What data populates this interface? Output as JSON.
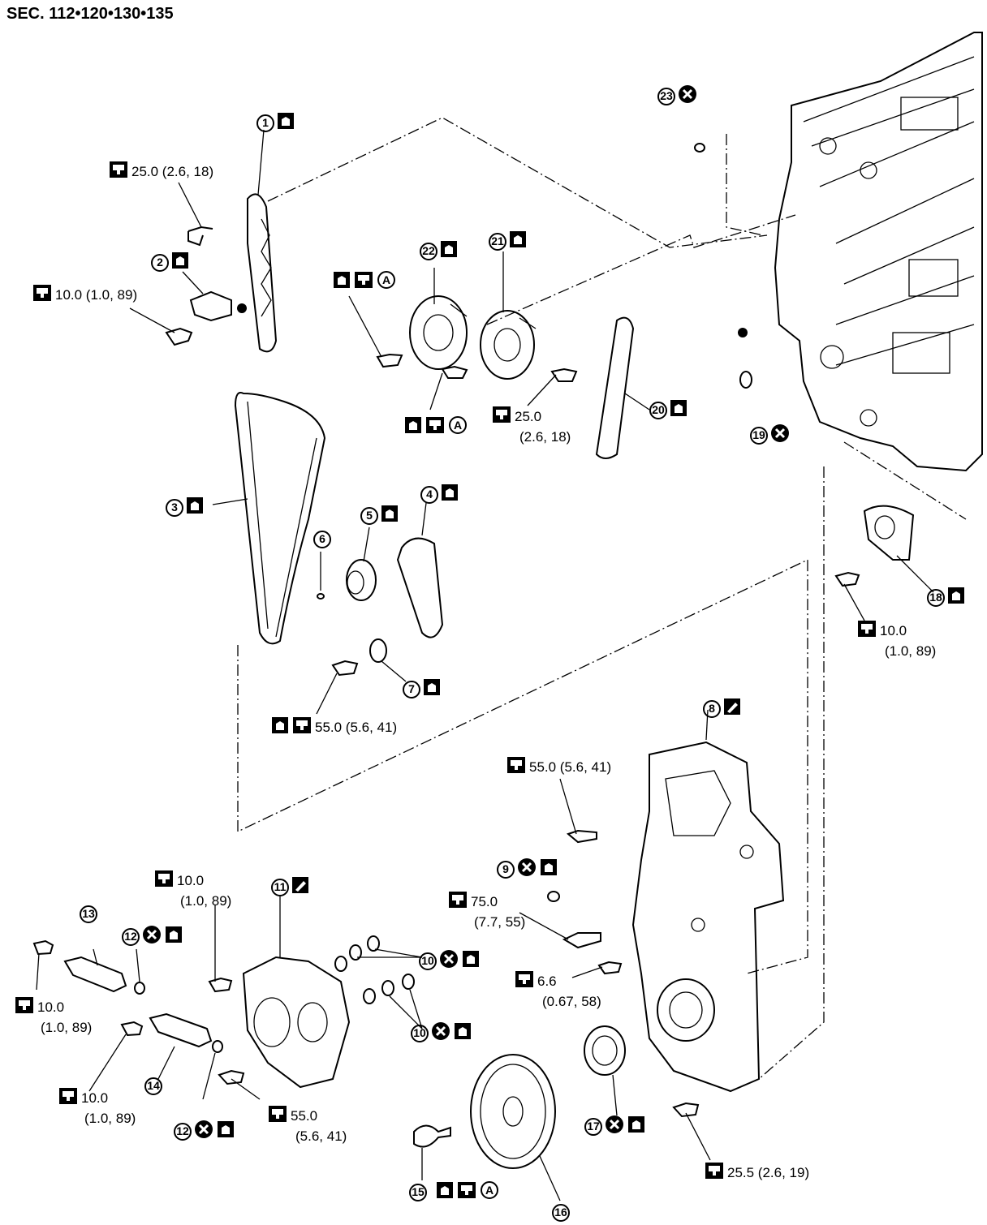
{
  "header": {
    "section": "SEC. 112•120•130•135"
  },
  "callouts": {
    "c1": "1",
    "c2": "2",
    "c3": "3",
    "c4": "4",
    "c5": "5",
    "c6": "6",
    "c7": "7",
    "c8": "8",
    "c9": "9",
    "c10a": "10",
    "c10b": "10",
    "c11": "11",
    "c12a": "12",
    "c12b": "12",
    "c13": "13",
    "c14": "14",
    "c15": "15",
    "c16": "16",
    "c17": "17",
    "c18": "18",
    "c19": "19",
    "c20": "20",
    "c21": "21",
    "c22": "22",
    "c23": "23"
  },
  "torques": {
    "t1": "25.0 (2.6, 18)",
    "t2": "10.0 (1.0, 89)",
    "t3a": "25.0",
    "t3b": "(2.6, 18)",
    "t4": "55.0 (5.6, 41)",
    "t5": "55.0 (5.6, 41)",
    "t6a": "75.0",
    "t6b": "(7.7, 55)",
    "t7a": "6.6",
    "t7b": "(0.67, 58)",
    "t8a": "10.0",
    "t8b": "(1.0, 89)",
    "t9a": "10.0",
    "t9b": "(1.0, 89)",
    "t10a": "10.0",
    "t10b": "(1.0, 89)",
    "t11a": "10.0",
    "t11b": "(1.0, 89)",
    "t12a": "55.0",
    "t12b": "(5.6, 41)",
    "t13": "25.5 (2.6, 19)"
  },
  "symbols": {
    "wrench": "torque-wrench-icon",
    "oil": "oil-can-icon",
    "cross": "do-not-reuse-icon",
    "sealant": "sealant-icon",
    "note_a": "A"
  }
}
